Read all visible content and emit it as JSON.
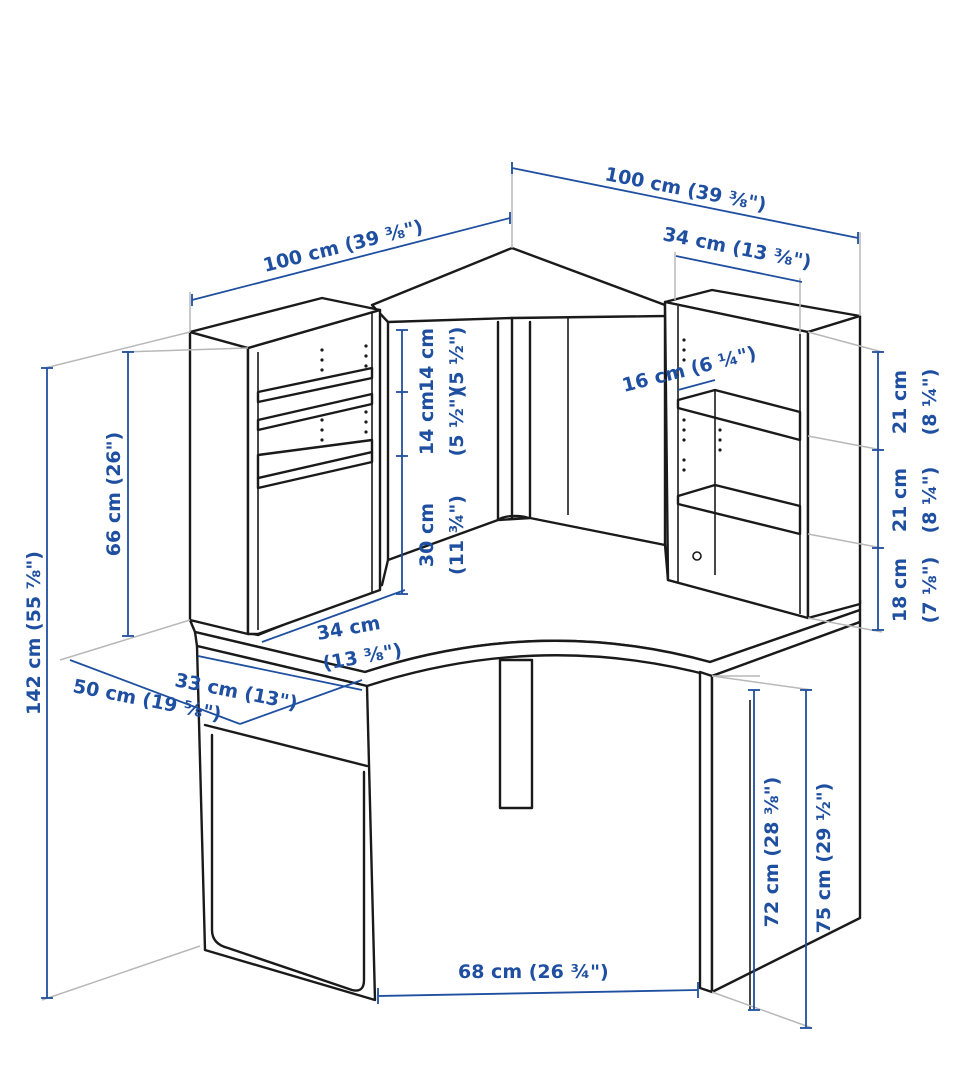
{
  "dimensions": {
    "top_width_left": "100 cm (39 ⅜\")",
    "top_width_right": "100 cm (39 ⅜\")",
    "right_shelf_width": "34 cm (13 ⅜\")",
    "shelf_gap_16": "16 cm (6 ¼\")",
    "total_height": "142 cm (55 ⅞\")",
    "hutch_height": "66 cm (26\")",
    "shelf_14_a_cm": "14 cm",
    "shelf_14_b_cm": "14 cm",
    "shelf_14_a_in": "(5 ½\")",
    "shelf_14_b_in": "(5 ½\")",
    "shelf_30_cm": "30 cm",
    "shelf_30_in": "(11 ¾\")",
    "right_21_a_cm": "21 cm",
    "right_21_a_in": "(8 ¼\")",
    "right_21_b_cm": "21 cm",
    "right_21_b_in": "(8 ¼\")",
    "right_18_cm": "18 cm",
    "right_18_in": "(7 ⅛\")",
    "left_depth_34_cm": "34 cm",
    "left_depth_34_in": "(13 ⅜\")",
    "inner_depth_33": "33 cm (13\")",
    "depth_50": "50 cm (19 ⅝\")",
    "leg_gap_68": "68 cm (26 ¾\")",
    "under_height_72": "72 cm (28 ⅜\")",
    "desk_height_75": "75 cm (29 ½\")"
  }
}
